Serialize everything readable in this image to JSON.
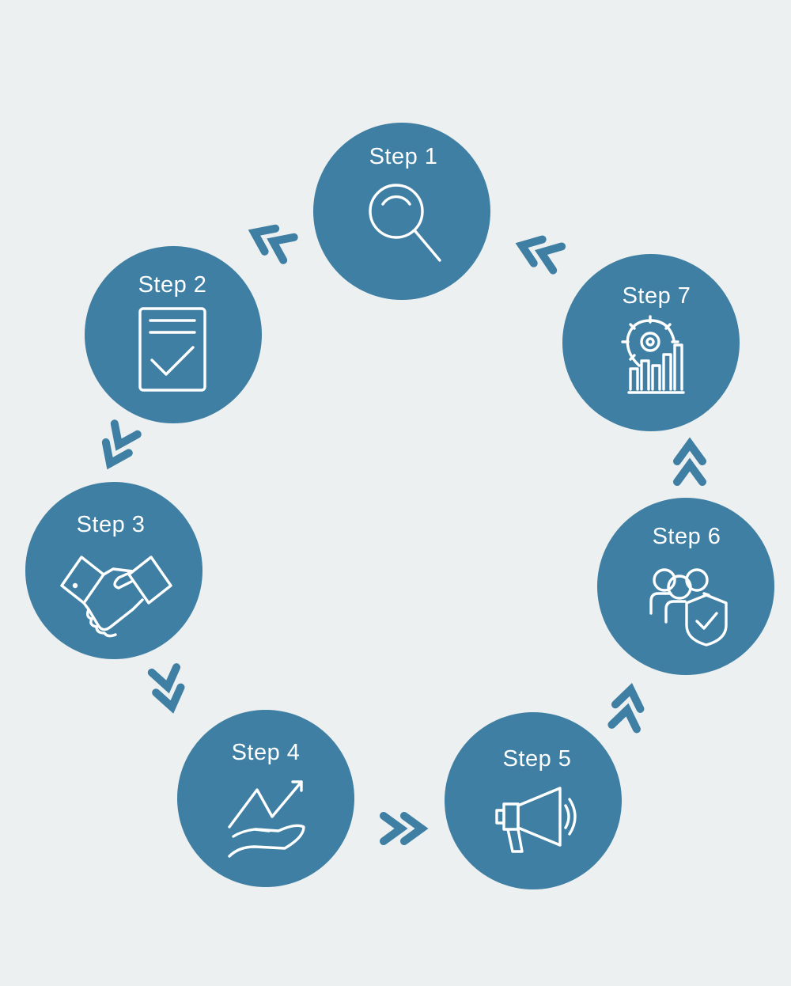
{
  "diagram": {
    "accent_color": "#3e7fa3",
    "background_color": "#edf0f0",
    "steps": [
      {
        "label": "Step 1",
        "icon": "magnifier-icon"
      },
      {
        "label": "Step 2",
        "icon": "checklist-document-icon"
      },
      {
        "label": "Step 3",
        "icon": "handshake-icon"
      },
      {
        "label": "Step 4",
        "icon": "growth-hand-icon"
      },
      {
        "label": "Step 5",
        "icon": "megaphone-icon"
      },
      {
        "label": "Step 6",
        "icon": "team-shield-icon"
      },
      {
        "label": "Step 7",
        "icon": "gear-chart-icon"
      }
    ],
    "connectors": [
      "double-chevron-arrow",
      "double-chevron-arrow",
      "double-chevron-arrow",
      "double-chevron-arrow",
      "double-chevron-arrow",
      "double-chevron-arrow",
      "double-chevron-arrow"
    ]
  }
}
